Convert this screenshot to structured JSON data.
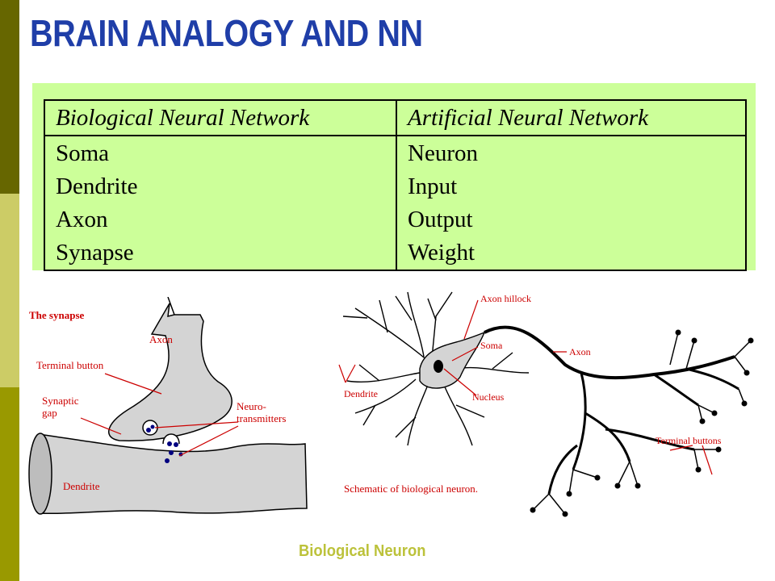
{
  "slide": {
    "title": "BRAIN ANALOGY AND NN",
    "caption": "Biological Neuron"
  },
  "table": {
    "headers": [
      "Biological Neural Network",
      "Artificial Neural Network"
    ],
    "rows": [
      [
        "Soma",
        "Neuron"
      ],
      [
        "Dendrite",
        "Input"
      ],
      [
        "Axon",
        "Output"
      ],
      [
        "Synapse",
        "Weight"
      ]
    ]
  },
  "synapse_figure": {
    "heading": "The synapse",
    "labels": {
      "axon": "Axon",
      "terminal_button": "Terminal button",
      "synaptic_gap_1": "Synaptic",
      "synaptic_gap_2": "gap",
      "neuro_1": "Neuro-",
      "neuro_2": "transmitters",
      "dendrite": "Dendrite"
    }
  },
  "neuron_figure": {
    "labels": {
      "axon_hillock": "Axon hillock",
      "soma": "Soma",
      "axon": "Axon",
      "nucleus": "Nucleus",
      "dendrite": "Dendrite",
      "terminal_buttons": "Terminal buttons",
      "schematic": "Schematic of biological neuron."
    }
  },
  "colors": {
    "sidebar_dark": "#666600",
    "sidebar_light": "#cccc66",
    "sidebar_mid": "#999900",
    "title": "#1f3ea8",
    "table_bg": "#ccff99",
    "caption": "#bcc23a",
    "synapse_heading": "#cc0000",
    "cell_fill": "#d4d4d4",
    "neurotransmitter": "#000080"
  }
}
